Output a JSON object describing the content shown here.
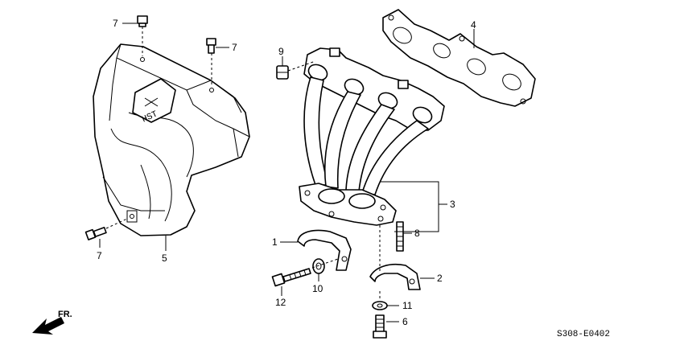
{
  "diagram": {
    "diagram_code": "S308-E0402",
    "direction_label": "FR.",
    "callouts": {
      "c1": "1",
      "c2": "2",
      "c3": "3",
      "c4": "4",
      "c5": "5",
      "c6": "6",
      "c7a": "7",
      "c7b": "7",
      "c7c": "7",
      "c8": "8",
      "c9": "9",
      "c10": "10",
      "c11": "11",
      "c12": "12"
    },
    "cover_badge_text": "HST"
  }
}
